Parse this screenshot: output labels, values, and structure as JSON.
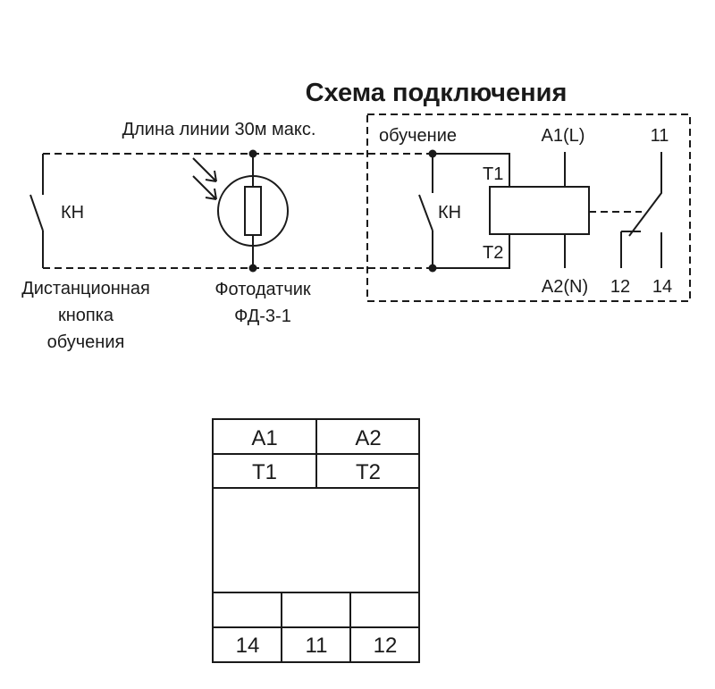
{
  "title": "Схема подключения",
  "line_length_note": "Длина линии 30м макс.",
  "remote_button": {
    "contact_label": "КН",
    "caption": [
      "Дистанционная",
      "кнопка",
      "обучения"
    ]
  },
  "photo_sensor": {
    "caption": [
      "Фотодатчик",
      "ФД-3-1"
    ]
  },
  "device_block": {
    "learning_label": "обучение",
    "button_label": "КН",
    "terminals": {
      "t1": "T1",
      "t2": "T2",
      "a1": "A1(L)",
      "a2": "A2(N)",
      "c11": "11",
      "c12": "12",
      "c14": "14"
    }
  },
  "terminal_layout": {
    "top_row": [
      "A1",
      "A2"
    ],
    "second_row": [
      "T1",
      "T2"
    ],
    "bottom_row": [
      "14",
      "11",
      "12"
    ]
  }
}
